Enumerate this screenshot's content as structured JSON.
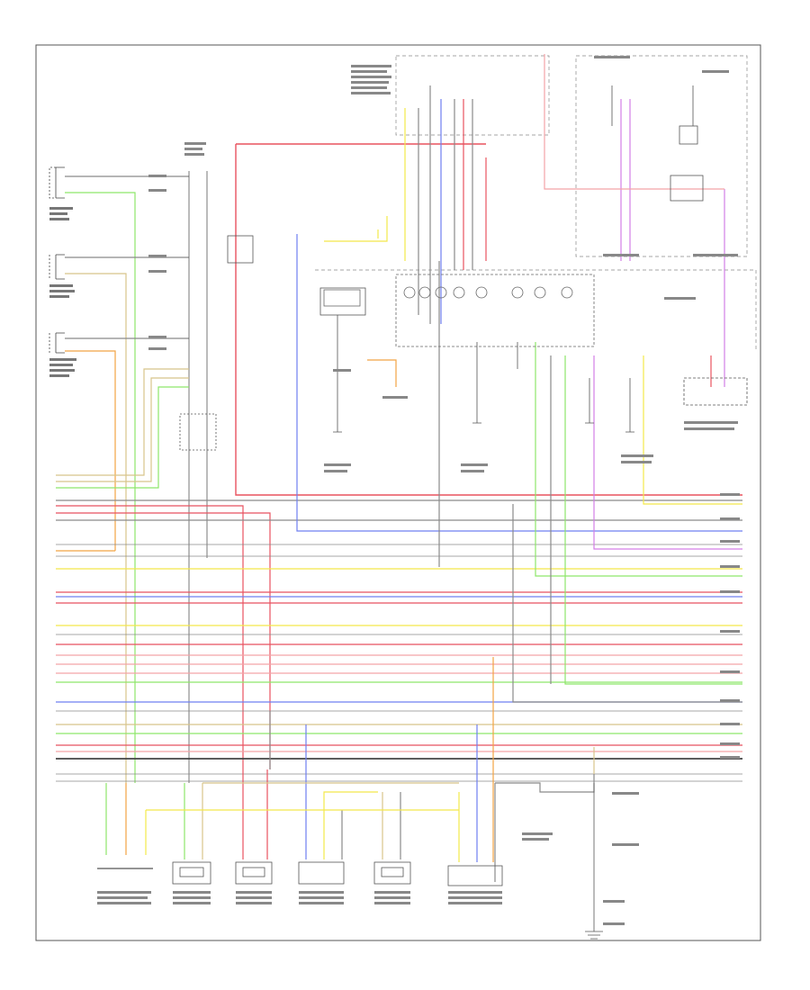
{
  "diagram": {
    "footer_code": "",
    "colors": {
      "red": "#e8525f",
      "pink": "#f4a3a8",
      "yellow": "#f4e84a",
      "green": "#8ee66a",
      "blue": "#6f7ff0",
      "purple": "#d37ee6",
      "orange": "#f2a444",
      "gray": "#8a8a8a",
      "black": "#444444",
      "tan": "#d8c48a"
    },
    "components": [
      {
        "id": "knock-sensor-1",
        "label": ""
      },
      {
        "id": "knock-sensor-2",
        "label": ""
      },
      {
        "id": "knock-sensor-3",
        "label": ""
      },
      {
        "id": "ecm",
        "label": ""
      },
      {
        "id": "sensor-bottom-1",
        "label": ""
      },
      {
        "id": "sensor-bottom-2",
        "label": ""
      },
      {
        "id": "sensor-bottom-3",
        "label": ""
      },
      {
        "id": "sensor-bottom-4",
        "label": ""
      },
      {
        "id": "sensor-bottom-5",
        "label": ""
      },
      {
        "id": "sensor-bottom-6",
        "label": ""
      },
      {
        "id": "relay-top-right",
        "label": ""
      },
      {
        "id": "combination-meter",
        "label": ""
      },
      {
        "id": "junction-block",
        "label": ""
      },
      {
        "id": "ground-lower-right",
        "label": ""
      }
    ],
    "ecm_pins": [
      "",
      "",
      "",
      "",
      "",
      "",
      "",
      "",
      "",
      "",
      "",
      "",
      "",
      "",
      "",
      "",
      "",
      "",
      "",
      "",
      "",
      "",
      "",
      "",
      "",
      "",
      "",
      "",
      "",
      "",
      "",
      "",
      ""
    ]
  }
}
